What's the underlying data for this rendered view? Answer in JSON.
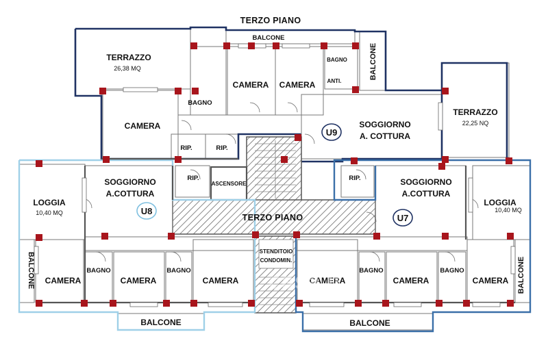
{
  "plan": {
    "title_top": "TERZO PIANO",
    "title_center": "TERZO PIANO",
    "units": {
      "u7": "U7",
      "u8": "U8",
      "u9": "U9"
    },
    "colors": {
      "soggiorno": "#fafae0",
      "camera": "#f9e4ea",
      "bagno": "#b9e4ea",
      "esterno": "#e2e3e5",
      "pilastro": "#a8151c",
      "u9_border": "#1f3263",
      "u8_border": "#9fd0e8",
      "u7_border": "#3a6fa8"
    },
    "rooms": {
      "terrazzo_left": "TERRAZZO",
      "terrazzo_left_area": "26,38 MQ",
      "terrazzo_right": "TERRAZZO",
      "terrazzo_right_area": "22,25 NQ",
      "balcone_top": "BALCONE",
      "balcone_top_right": "BALCONE",
      "camera_u9_a": "CAMERA",
      "camera_u9_b": "CAMERA",
      "camera_u9_c": "CAMERA",
      "bagno_u9_a": "BAGNO",
      "bagno_u9_b": "BAGNO",
      "anti_u9": "ANTI.",
      "rip_u9_a": "RIP.",
      "rip_u9_b": "RIP.",
      "soggiorno_u9_1": "SOGGIORNO",
      "soggiorno_u9_2": "A. COTTURA",
      "soggiorno_u8_1": "SOGGIORNO",
      "soggiorno_u8_2": "A.COTTURA",
      "rip_u8": "RIP.",
      "ascensore": "ASCENSORE",
      "loggia_left": "LOGGIA",
      "loggia_left_area": "10,40 MQ",
      "balcone_left": "BALCONE",
      "camera_u8_a": "CAMERA",
      "bagno_u8_a": "BAGNO",
      "camera_u8_b": "CAMERA",
      "bagno_u8_b": "BAGNO",
      "camera_u8_c": "CAMERA",
      "balcone_bottom_left": "BALCONE",
      "stenditoio_1": "STENDITOIO",
      "stenditoio_2": "CONDOMIN.",
      "soggiorno_u7_1": "SOGGIORNO",
      "soggiorno_u7_2": "A.COTTURA",
      "rip_u7": "RIP.",
      "loggia_right": "LOGGIA",
      "loggia_right_area": "10,40 MQ",
      "balcone_right": "BALCONE",
      "camera_u7_a": "CAMERA",
      "bagno_u7_a": "BAGNO",
      "camera_u7_b": "CAMERA",
      "bagno_u7_b": "BAGNO",
      "camera_u7_c": "CAMERA",
      "balcone_bottom_right": "BALCONE"
    },
    "watermark": "casa.it"
  }
}
